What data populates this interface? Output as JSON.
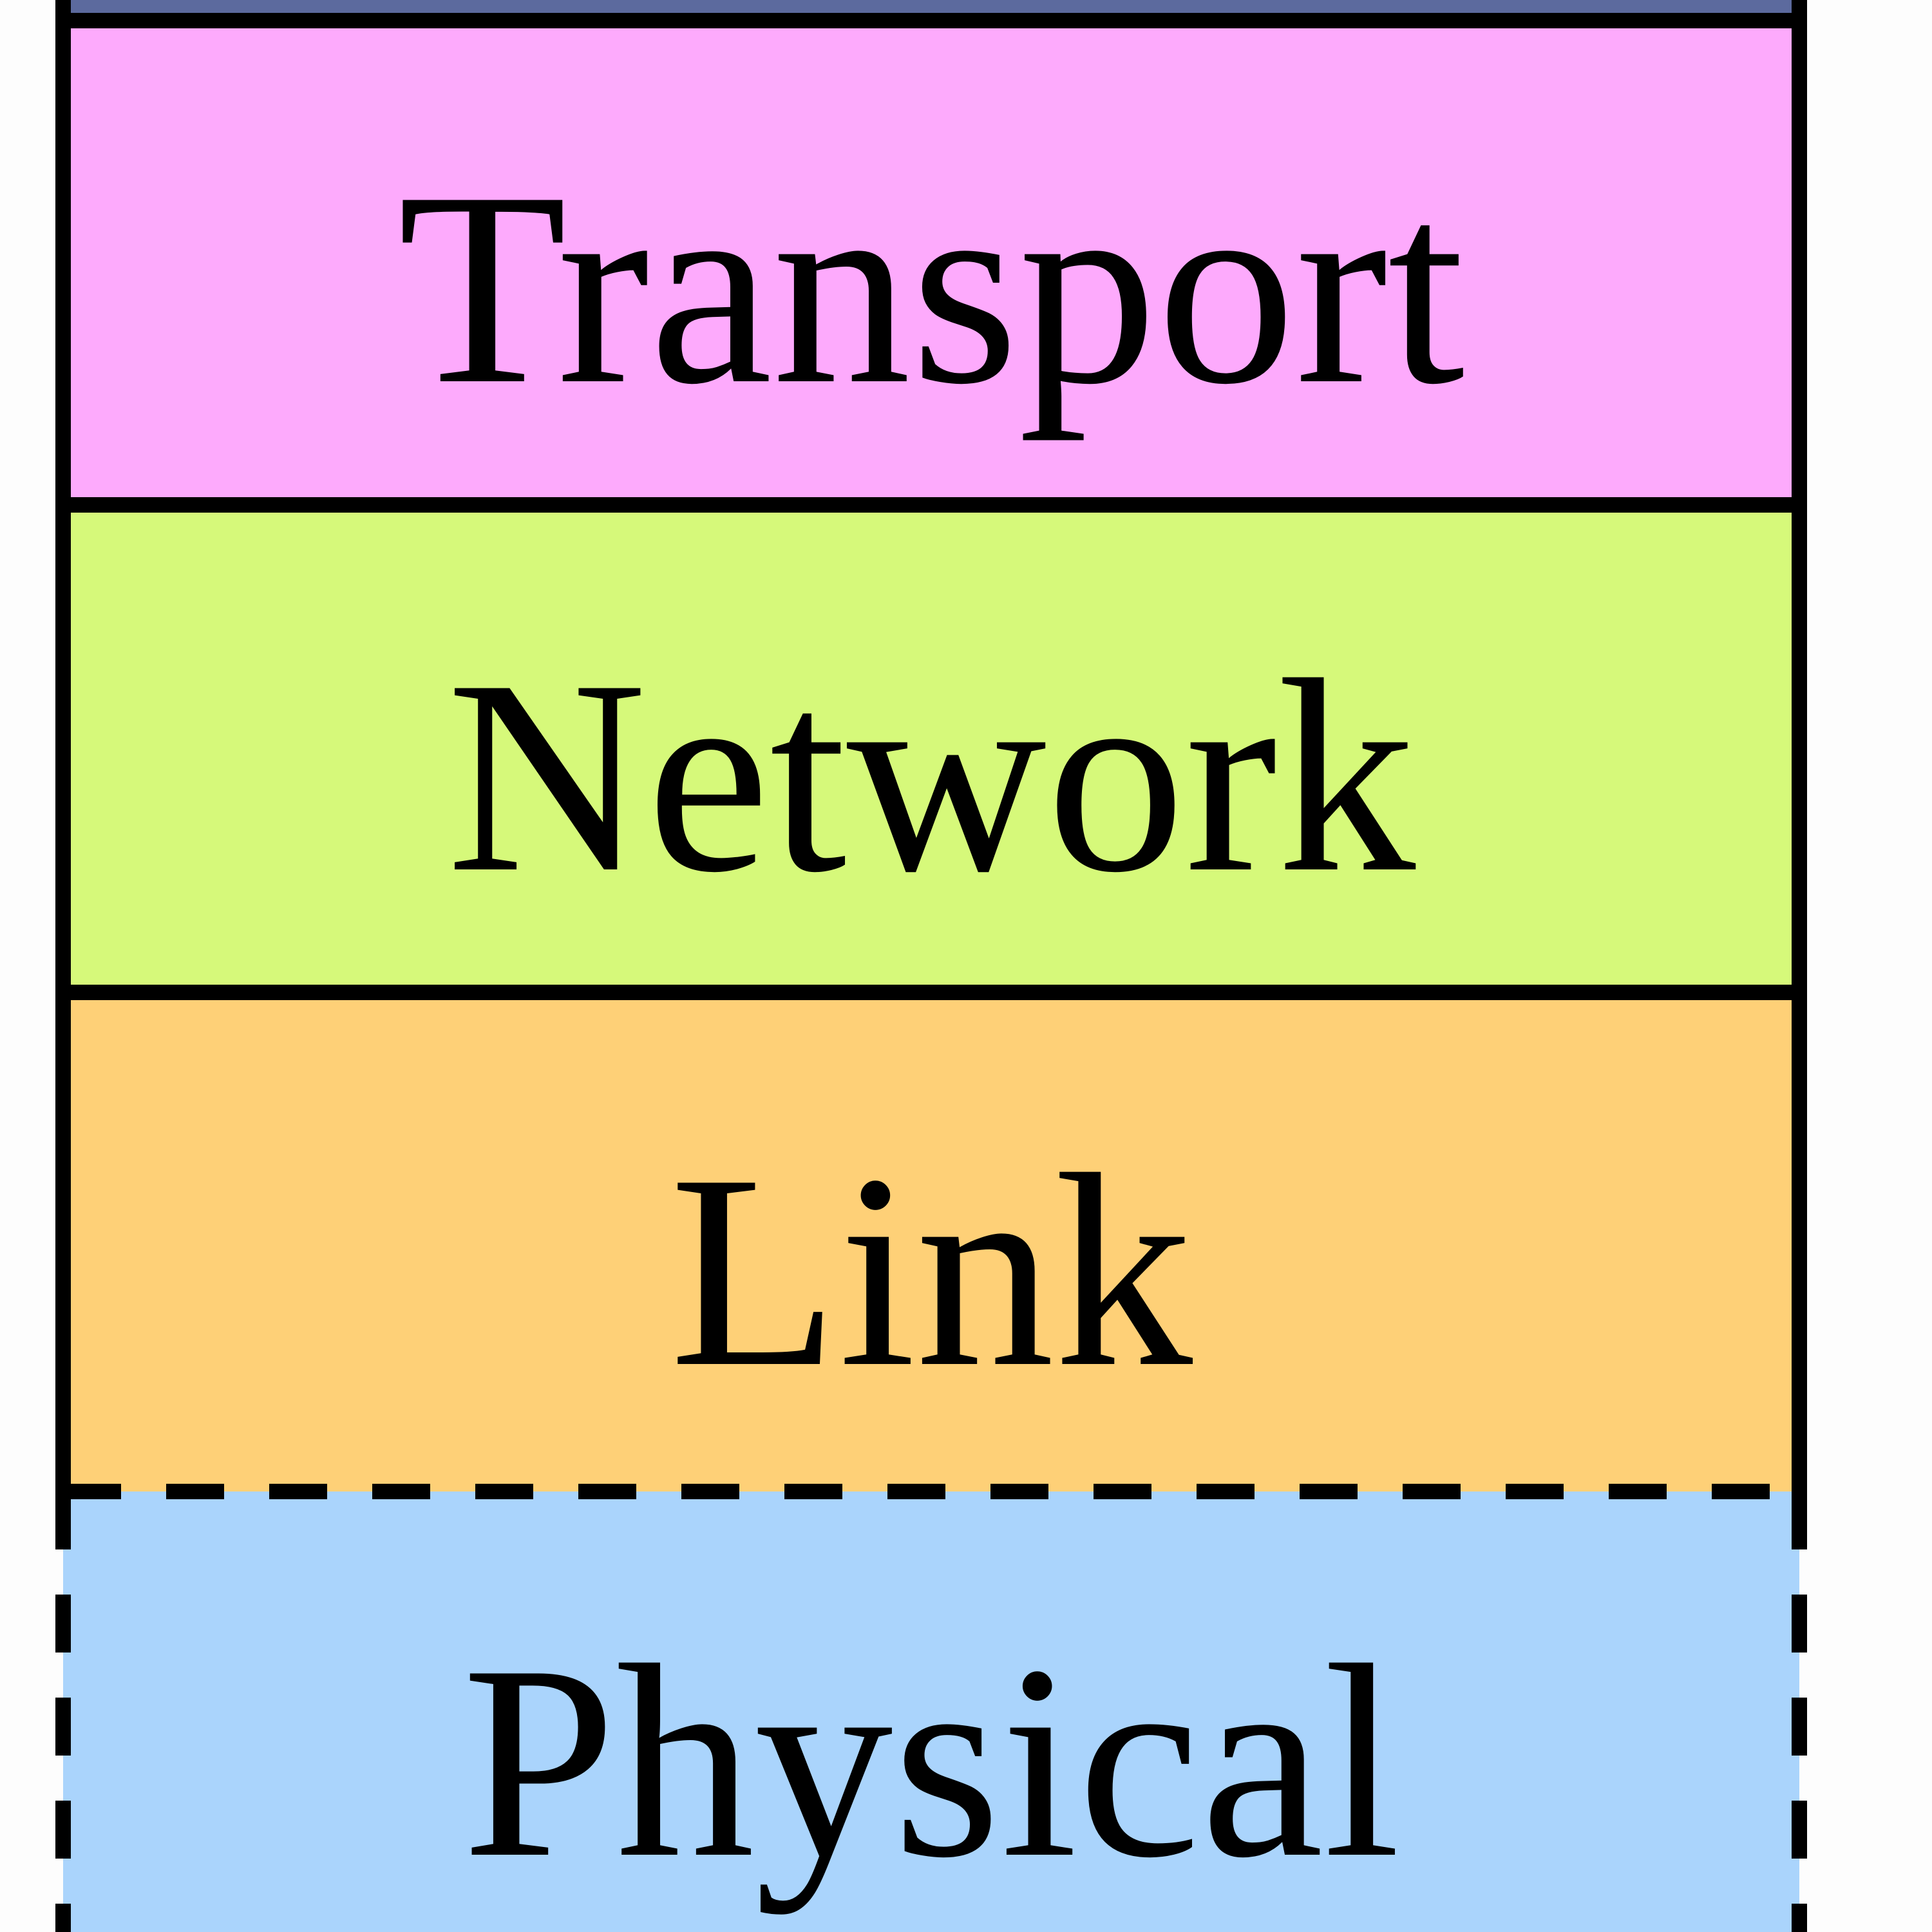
{
  "diagram": {
    "layers": [
      {
        "id": "top",
        "label": "",
        "color": "#5C6A9E",
        "border": "solid"
      },
      {
        "id": "transport",
        "label": "Transport",
        "color": "#FDAAFC",
        "border": "solid"
      },
      {
        "id": "network",
        "label": "Network",
        "color": "#D6F97A",
        "border": "solid"
      },
      {
        "id": "link",
        "label": "Link",
        "color": "#FED077",
        "border": "solid"
      },
      {
        "id": "physical",
        "label": "Physical",
        "color": "#AAD4FC",
        "border": "dashed"
      }
    ]
  }
}
